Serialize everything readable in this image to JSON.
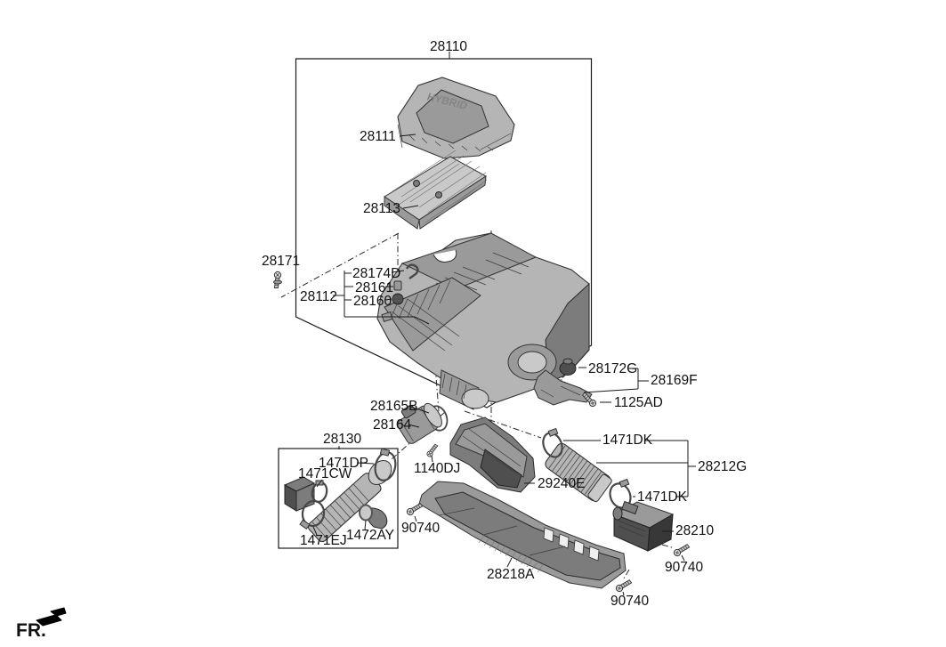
{
  "diagram": {
    "front_marker": "FR.",
    "cover_embossed_text": "HYBRID",
    "assembly": {
      "air_cleaner_assembly": "28110"
    },
    "labels": {
      "cover": "28111",
      "filter_element": "28113",
      "stud": "28171",
      "fitting_group": "28112",
      "hook": "28174D",
      "spacer": "28161",
      "grommet": "28160",
      "body_grommet": "28172G",
      "mounting_bracket": "28169F",
      "bracket_bolt": "1125AD",
      "sensor_oring": "28165B",
      "air_flow_sensor": "28164",
      "sensor_screw": "1140DJ",
      "intake_hose_assembly": "28130",
      "clamp_dp": "1471DP",
      "clamp_cw": "1471CW",
      "clamp_ej": "1471EJ",
      "hose_ring": "1472AY",
      "shield_cover": "29240E",
      "hose_clamp_upper": "1471DK",
      "hose_clamp_lower": "1471DK",
      "intake_hose": "28212G",
      "resonator": "28210",
      "air_duct": "28218A",
      "bolt_duct_front": "90740",
      "bolt_resonator": "90740",
      "bolt_duct_rear": "90740"
    },
    "colors": {
      "line": "#1a1a1a",
      "part_light": "#b5b5b5",
      "part_mid": "#8f8f8f",
      "part_dark": "#4f4f4f",
      "background": "#ffffff"
    }
  }
}
